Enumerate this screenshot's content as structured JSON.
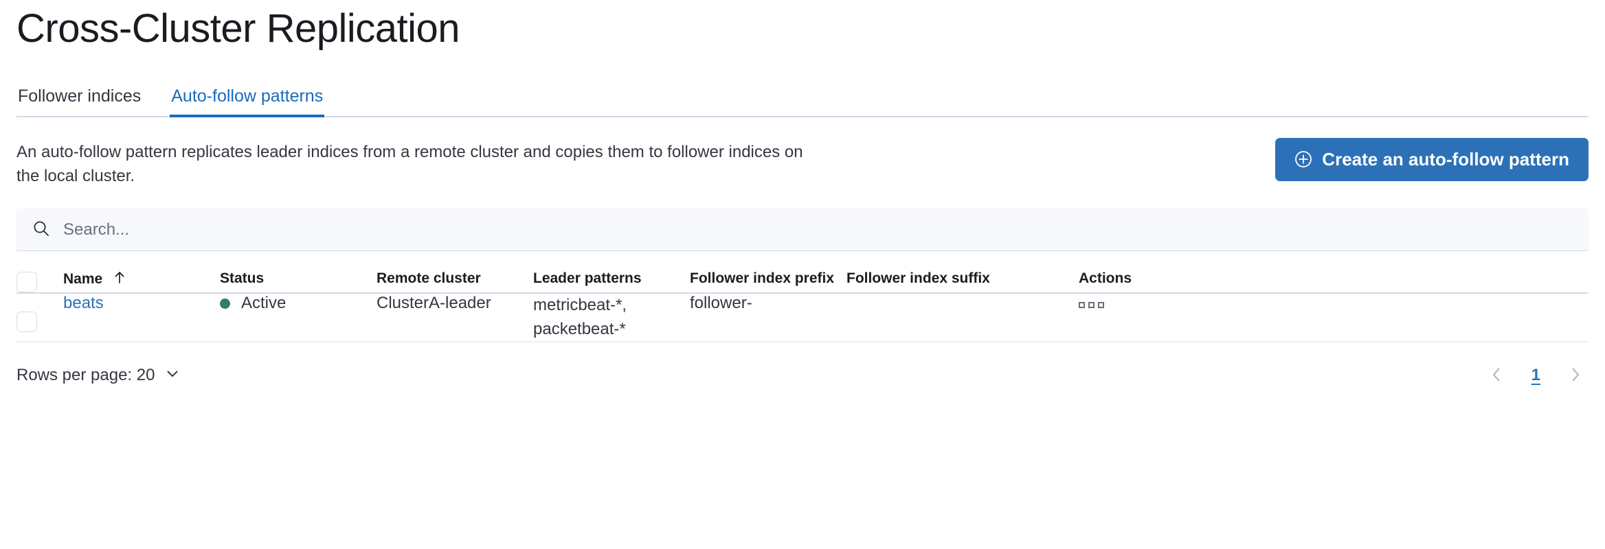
{
  "header": {
    "title": "Cross-Cluster Replication"
  },
  "tabs": [
    {
      "label": "Follower indices",
      "active": false
    },
    {
      "label": "Auto-follow patterns",
      "active": true
    }
  ],
  "intro": {
    "description": "An auto-follow pattern replicates leader indices from a remote cluster and copies them to follower indices on the local cluster.",
    "create_button_label": "Create an auto-follow pattern",
    "create_button_icon": "plus-in-circle-icon"
  },
  "search": {
    "placeholder": "Search...",
    "value": "",
    "icon": "search-icon"
  },
  "table": {
    "columns": [
      {
        "key": "name",
        "label": "Name",
        "sorted": "asc",
        "sort_icon": "arrow-up-icon"
      },
      {
        "key": "status",
        "label": "Status"
      },
      {
        "key": "remote_cluster",
        "label": "Remote cluster"
      },
      {
        "key": "leader_patterns",
        "label": "Leader patterns"
      },
      {
        "key": "follower_index_prefix",
        "label": "Follower index prefix"
      },
      {
        "key": "follower_index_suffix",
        "label": "Follower index suffix"
      },
      {
        "key": "actions",
        "label": "Actions"
      }
    ],
    "rows": [
      {
        "selected": false,
        "name": "beats",
        "status": "Active",
        "status_color": "#2f7f6f",
        "remote_cluster": "ClusterA-leader",
        "leader_patterns": "metricbeat-*, packetbeat-*",
        "follower_index_prefix": "follower-",
        "follower_index_suffix": "",
        "actions_icon": "boxes-horizontal-icon"
      }
    ]
  },
  "footer": {
    "rows_per_page_label": "Rows per page: 20",
    "rows_per_page_icon": "chevron-down-icon",
    "prev_icon": "chevron-left-icon",
    "next_icon": "chevron-right-icon",
    "pages": [
      {
        "label": "1",
        "active": true
      }
    ]
  },
  "colors": {
    "accent": "#2c71b8",
    "tab_active": "#1a6bbb",
    "status_active": "#2f7f6f",
    "border": "#d3dae6",
    "text": "#343741"
  }
}
